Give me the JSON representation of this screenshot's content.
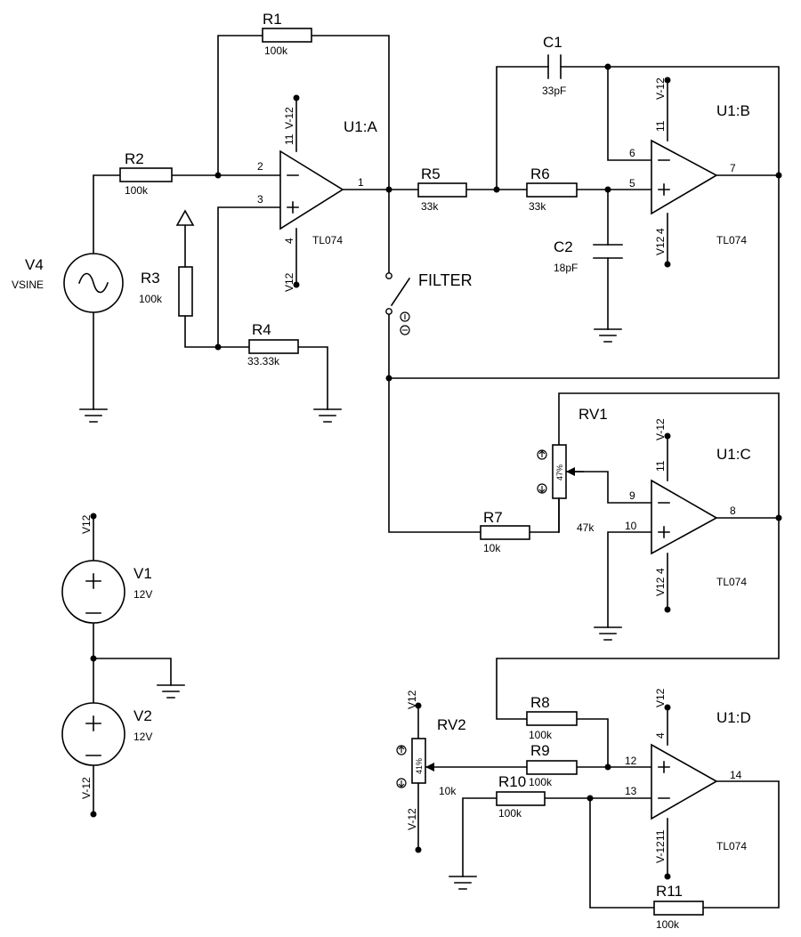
{
  "components": {
    "r1": {
      "ref": "R1",
      "value": "100k"
    },
    "r2": {
      "ref": "R2",
      "value": "100k"
    },
    "r3": {
      "ref": "R3",
      "value": "100k"
    },
    "r4": {
      "ref": "R4",
      "value": "33.33k"
    },
    "r5": {
      "ref": "R5",
      "value": "33k"
    },
    "r6": {
      "ref": "R6",
      "value": "33k"
    },
    "r7": {
      "ref": "R7",
      "value": "10k"
    },
    "r8": {
      "ref": "R8",
      "value": "100k"
    },
    "r9": {
      "ref": "R9",
      "value": "100k"
    },
    "r10": {
      "ref": "R10",
      "value": "100k"
    },
    "r11": {
      "ref": "R11",
      "value": "100k"
    },
    "c1": {
      "ref": "C1",
      "value": "33pF"
    },
    "c2": {
      "ref": "C2",
      "value": "18pF"
    },
    "rv1": {
      "ref": "RV1",
      "value": "47k",
      "percent": "47%"
    },
    "rv2": {
      "ref": "RV2",
      "value": "10k",
      "percent": "41%"
    },
    "v4": {
      "ref": "V4",
      "value": "VSINE"
    },
    "v1": {
      "ref": "V1",
      "value": "12V"
    },
    "v2": {
      "ref": "V2",
      "value": "12V"
    },
    "switch": {
      "label": "FILTER"
    }
  },
  "opamps": {
    "a": {
      "ref": "U1:A",
      "part": "TL074",
      "pins": {
        "inv": "2",
        "noninv": "3",
        "out": "1",
        "vpos": "11",
        "vneg": "4"
      },
      "rail_top": "V-12",
      "rail_bottom": "V12"
    },
    "b": {
      "ref": "U1:B",
      "part": "TL074",
      "pins": {
        "inv": "6",
        "noninv": "5",
        "out": "7",
        "vpos": "11",
        "vneg": "4"
      },
      "rail_top": "V-12",
      "rail_bottom": "V12"
    },
    "c": {
      "ref": "U1:C",
      "part": "TL074",
      "pins": {
        "inv": "9",
        "noninv": "10",
        "out": "8",
        "vpos": "11",
        "vneg": "4"
      },
      "rail_top": "V-12",
      "rail_bottom": "V12"
    },
    "d": {
      "ref": "U1:D",
      "part": "TL074",
      "pins": {
        "inv": "13",
        "noninv": "12",
        "out": "14",
        "vpos": "4",
        "vneg": "11"
      },
      "rail_top": "V12",
      "rail_bottom": "V-12"
    }
  },
  "rails": {
    "v1_top": "V12",
    "v2_bottom": "V-12",
    "rv2_top": "V12",
    "rv2_bottom": "V-12"
  },
  "icons": {
    "switch_indicator": "switch-toggle-icon",
    "pot_up": "arrow-up-icon",
    "pot_down": "arrow-down-icon"
  }
}
